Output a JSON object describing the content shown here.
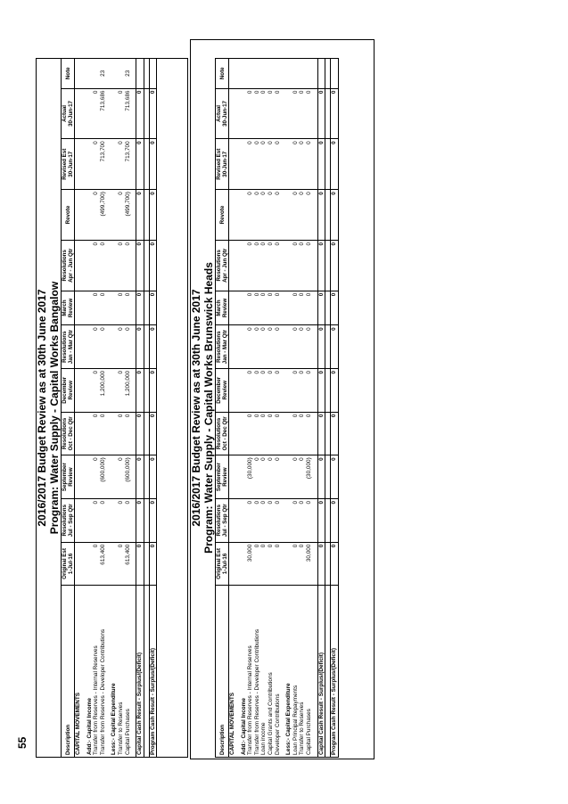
{
  "page_number": "55",
  "columns": [
    "Description",
    "Original Est\n1-Jul-16",
    "Resolutions\nJul - Sep Qtr",
    "September\nReview",
    "Resolutions\nOct - Dec Qtr",
    "December\nReview",
    "Resolutions\nJan - Mar Qtr",
    "March\nReview",
    "Resolutions\nApr - Jun Qtr",
    "Revote",
    "Revised Est\n30-Jun-17",
    "Actual\n30-Jun-17",
    "Note"
  ],
  "sections": [
    {
      "title": "2016/2017 Budget Review as at 30th June 2017",
      "subtitle": "Program: Water Supply - Capital Works Bangalow",
      "rows": [
        {
          "style": "bold",
          "cells": [
            "CAPITAL MOVEMENTS",
            "",
            "",
            "",
            "",
            "",
            "",
            "",
            "",
            "",
            "",
            "",
            ""
          ]
        },
        {
          "style": "blank",
          "cells": [
            "",
            "",
            "",
            "",
            "",
            "",
            "",
            "",
            "",
            "",
            "",
            "",
            ""
          ]
        },
        {
          "style": "bold",
          "cells": [
            "Add:- Capital Income",
            "",
            "",
            "",
            "",
            "",
            "",
            "",
            "",
            "",
            "",
            "",
            ""
          ]
        },
        {
          "style": "",
          "cells": [
            "Transfer from Reserves - Internal Reserves",
            "0",
            "0",
            "0",
            "0",
            "0",
            "0",
            "0",
            "0",
            "0",
            "0",
            "0",
            ""
          ]
        },
        {
          "style": "",
          "cells": [
            "Transfer from Reserves - Developer Contributions",
            "613,400",
            "0",
            "(600,000)",
            "0",
            "1,200,000",
            "0",
            "0",
            "0",
            "(499,700)",
            "713,700",
            "713,686",
            "23"
          ]
        },
        {
          "style": "blank",
          "cells": [
            "",
            "",
            "",
            "",
            "",
            "",
            "",
            "",
            "",
            "",
            "",
            "",
            ""
          ]
        },
        {
          "style": "bold",
          "cells": [
            "Less:- Capital Expenditure",
            "",
            "",
            "",
            "",
            "",
            "",
            "",
            "",
            "",
            "",
            "",
            ""
          ]
        },
        {
          "style": "",
          "cells": [
            "Transfer to Reserves",
            "0",
            "0",
            "0",
            "0",
            "0",
            "0",
            "0",
            "0",
            "0",
            "0",
            "0",
            ""
          ]
        },
        {
          "style": "",
          "cells": [
            "Capital Purchases",
            "613,400",
            "0",
            "(600,000)",
            "0",
            "1,200,000",
            "0",
            "0",
            "0",
            "(499,700)",
            "713,700",
            "713,686",
            "23"
          ]
        },
        {
          "style": "blank",
          "cells": [
            "",
            "",
            "",
            "",
            "",
            "",
            "",
            "",
            "",
            "",
            "",
            "",
            ""
          ]
        },
        {
          "style": "bold boxed",
          "cells": [
            "Capital Cash Result - Surplus/(Deficit)",
            "0",
            "0",
            "0",
            "0",
            "0",
            "0",
            "0",
            "0",
            "0",
            "0",
            "0",
            ""
          ]
        },
        {
          "style": "blank",
          "cells": [
            "",
            "",
            "",
            "",
            "",
            "",
            "",
            "",
            "",
            "",
            "",
            "",
            ""
          ]
        },
        {
          "style": "bold boxed",
          "cells": [
            "Program Cash Result - Surplus/(Deficit)",
            "0",
            "0",
            "0",
            "0",
            "0",
            "0",
            "0",
            "0",
            "0",
            "0",
            "0",
            ""
          ]
        }
      ]
    },
    {
      "title": "2016/2017 Budget Review as at 30th June 2017",
      "subtitle": "Program: Water Supply - Capital Works Brunswick Heads",
      "rows": [
        {
          "style": "bold",
          "cells": [
            "CAPITAL MOVEMENTS",
            "",
            "",
            "",
            "",
            "",
            "",
            "",
            "",
            "",
            "",
            "",
            ""
          ]
        },
        {
          "style": "blank",
          "cells": [
            "",
            "",
            "",
            "",
            "",
            "",
            "",
            "",
            "",
            "",
            "",
            "",
            ""
          ]
        },
        {
          "style": "bold",
          "cells": [
            "Add:- Capital Income",
            "",
            "",
            "",
            "",
            "",
            "",
            "",
            "",
            "",
            "",
            "",
            ""
          ]
        },
        {
          "style": "",
          "cells": [
            "Transfer from Reserves - Internal Reserves",
            "30,000",
            "0",
            "(30,000)",
            "0",
            "0",
            "0",
            "0",
            "0",
            "0",
            "0",
            "0",
            ""
          ]
        },
        {
          "style": "",
          "cells": [
            "Transfer from Reserves - Developer Contributions",
            "0",
            "0",
            "0",
            "0",
            "0",
            "0",
            "0",
            "0",
            "0",
            "0",
            "0",
            ""
          ]
        },
        {
          "style": "",
          "cells": [
            "Loan income",
            "0",
            "0",
            "0",
            "0",
            "0",
            "0",
            "0",
            "0",
            "0",
            "0",
            "0",
            ""
          ]
        },
        {
          "style": "",
          "cells": [
            "Capital Grants and Contributions",
            "0",
            "0",
            "0",
            "0",
            "0",
            "0",
            "0",
            "0",
            "0",
            "0",
            "0",
            ""
          ]
        },
        {
          "style": "",
          "cells": [
            "Developer Contributions",
            "0",
            "0",
            "0",
            "0",
            "0",
            "0",
            "0",
            "0",
            "0",
            "0",
            "0",
            ""
          ]
        },
        {
          "style": "blank",
          "cells": [
            "",
            "",
            "",
            "",
            "",
            "",
            "",
            "",
            "",
            "",
            "",
            "",
            ""
          ]
        },
        {
          "style": "bold",
          "cells": [
            "Less:- Capital Expenditure",
            "",
            "",
            "",
            "",
            "",
            "",
            "",
            "",
            "",
            "",
            "",
            ""
          ]
        },
        {
          "style": "",
          "cells": [
            "Loan Principal Repayments",
            "0",
            "0",
            "0",
            "0",
            "0",
            "0",
            "0",
            "0",
            "0",
            "0",
            "0",
            ""
          ]
        },
        {
          "style": "",
          "cells": [
            "Transfer to Reserves",
            "0",
            "0",
            "0",
            "0",
            "0",
            "0",
            "0",
            "0",
            "0",
            "0",
            "0",
            ""
          ]
        },
        {
          "style": "",
          "cells": [
            "Capital Purchases",
            "30,000",
            "0",
            "(30,000)",
            "0",
            "0",
            "0",
            "0",
            "0",
            "0",
            "0",
            "0",
            ""
          ]
        },
        {
          "style": "blank",
          "cells": [
            "",
            "",
            "",
            "",
            "",
            "",
            "",
            "",
            "",
            "",
            "",
            "",
            ""
          ]
        },
        {
          "style": "bold boxed",
          "cells": [
            "Capital Cash Result - Surplus/(Deficit)",
            "0",
            "0",
            "0",
            "0",
            "0",
            "0",
            "0",
            "0",
            "0",
            "0",
            "0",
            ""
          ]
        },
        {
          "style": "blank",
          "cells": [
            "",
            "",
            "",
            "",
            "",
            "",
            "",
            "",
            "",
            "",
            "",
            "",
            ""
          ]
        },
        {
          "style": "bold boxed",
          "cells": [
            "Program Cash Result - Surplus/(Deficit)",
            "0",
            "0",
            "0",
            "0",
            "0",
            "0",
            "0",
            "0",
            "0",
            "0",
            "0",
            ""
          ]
        }
      ]
    }
  ]
}
